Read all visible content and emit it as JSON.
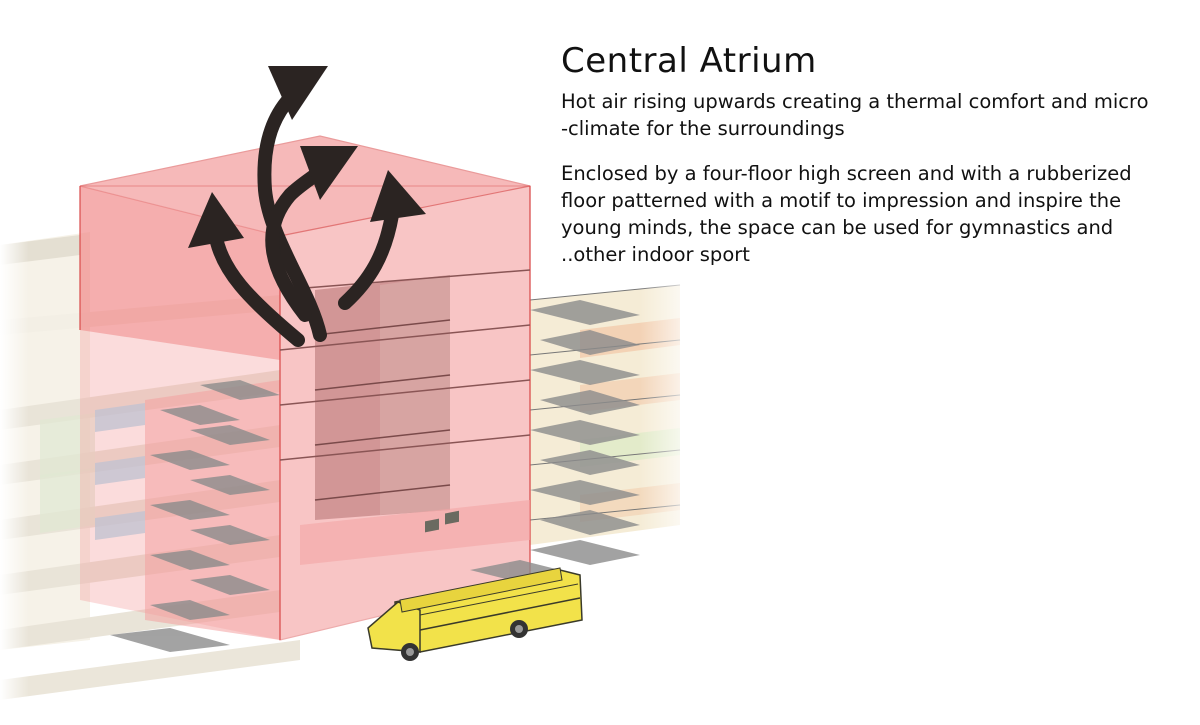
{
  "heading": "Central Atrium",
  "paragraph_1": "Hot  air rising upwards creating a thermal comfort and micro\n-climate for the surroundings",
  "paragraph_2": "Enclosed by a four-floor high screen and with a rubberized\nfloor patterned with a motif to impression and inspire the\nyoung minds, the space can be used for gymnastics and\n..other indoor sport",
  "colors": {
    "atrium_fill": "#f08080",
    "atrium_edge": "#d94a4a",
    "arrow": "#2b2422",
    "stair": "#8c8c8c",
    "bus": "#f2e24a",
    "glass": "#a9d8ef",
    "slab": "#f4efe4"
  },
  "icons": [
    "airflow-arrow",
    "school-bus",
    "staircase"
  ]
}
